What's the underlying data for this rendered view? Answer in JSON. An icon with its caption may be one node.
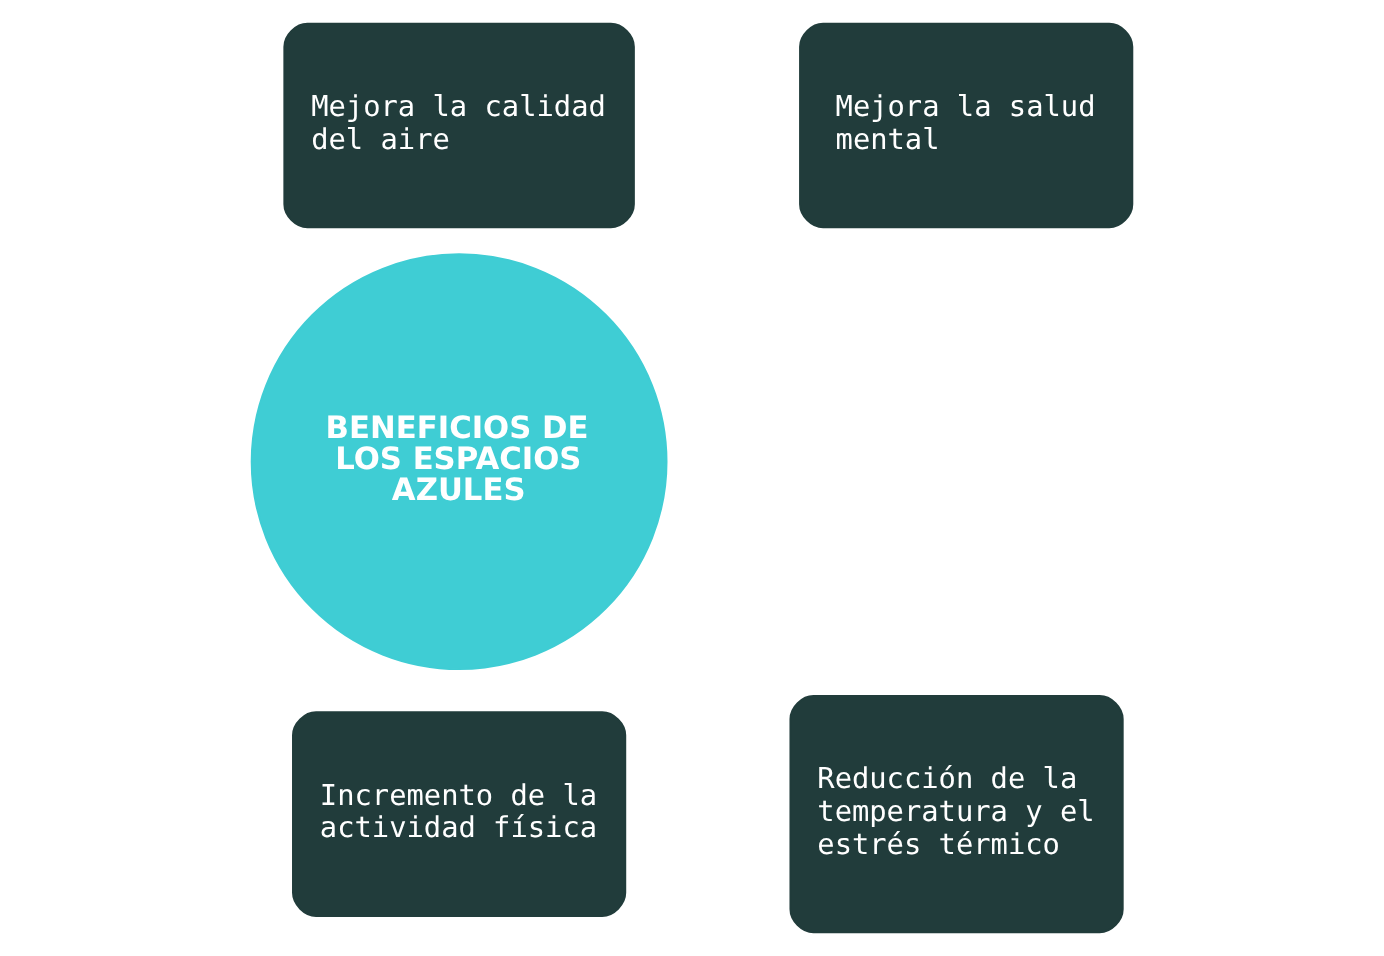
{
  "diagram": {
    "nodes": [
      {
        "text": [
          "Mejora la calidad del aire"
        ]
      },
      {
        "text": [
          "Mejora la salud mental"
        ]
      },
      {
        "text": [
          "BENEFICIOS DE LOS ESPACIOS AZULES"
        ]
      },
      {
        "text": [
          "Incremento de la actividad física"
        ]
      },
      {
        "text": [
          "Reducción de la temperatura y el estrés térmico"
        ]
      }
    ]
  }
}
